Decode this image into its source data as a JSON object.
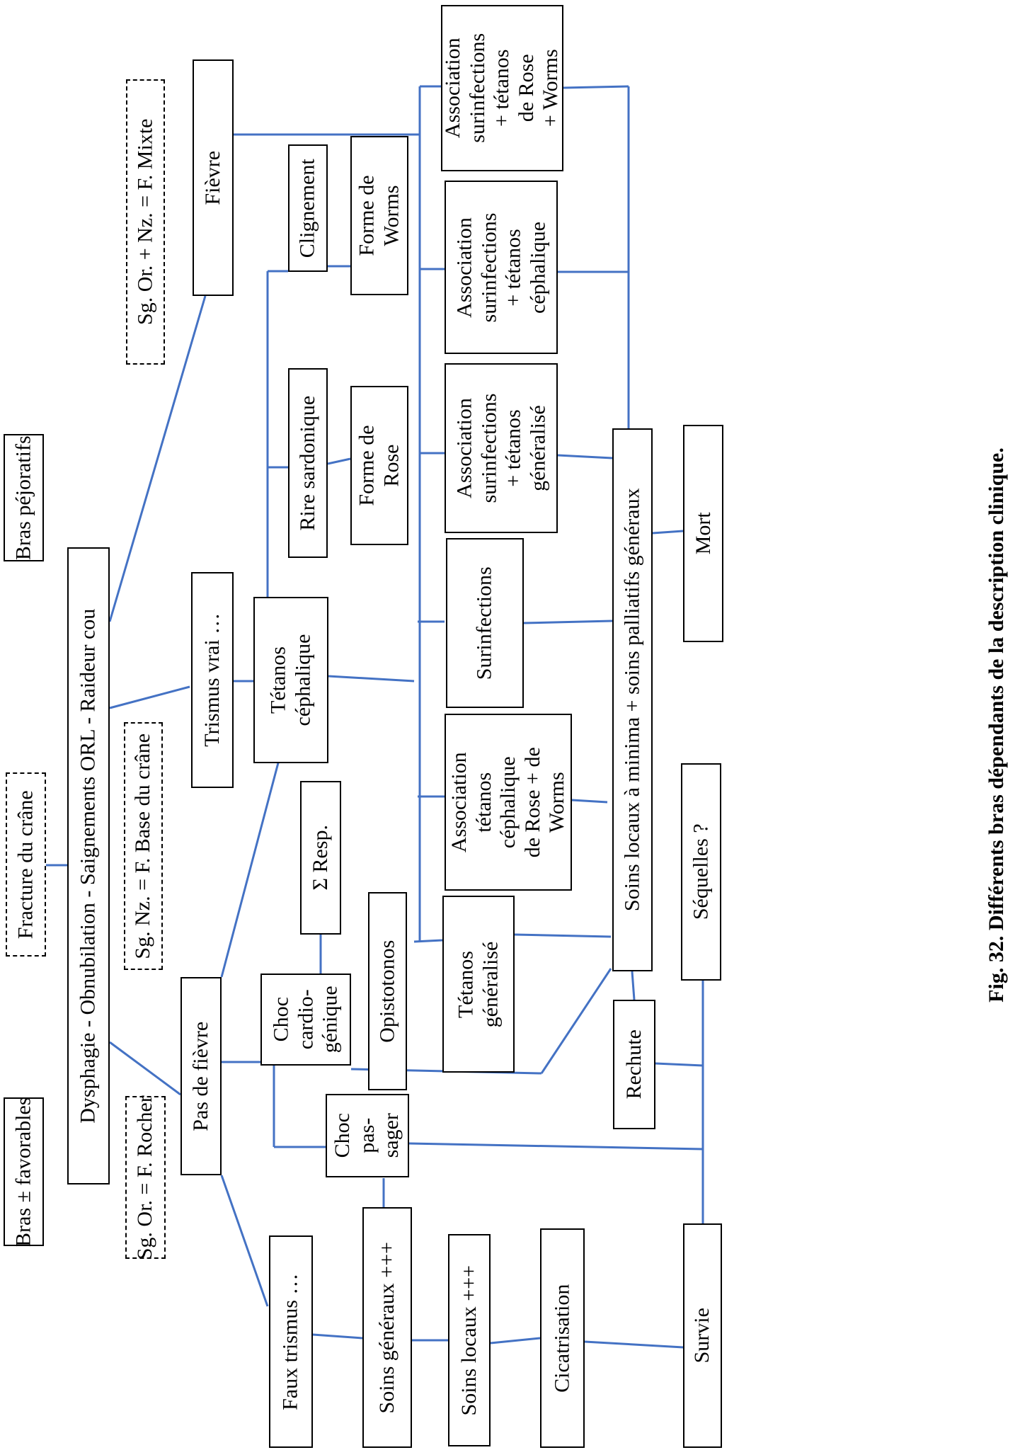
{
  "caption": "Fig. 32. Différents bras dépendants de la description clinique.",
  "nodes": {
    "bras_favorables": "Bras ± favorables",
    "bras_pejoratifs": "Bras péjoratifs",
    "fracture_crane": "Fracture du crâne",
    "dysphagie": "Dysphagie - Obnubilation - Saignements ORL - Raideur cou",
    "sg_or_rocher": "Sg. Or. = F. Rocher",
    "sg_nz_base": "Sg. Nz. = F. Base du crâne",
    "sg_mixte": "Sg. Or. + Nz. = F. Mixte",
    "pas_de_fievre": "Pas de fièvre",
    "trismus_vrai": "Trismus vrai …",
    "fievre": "Fièvre",
    "faux_trismus": "Faux trismus …",
    "choc_passager": "Choc\npas-\nsager",
    "choc_cardio": "Choc\ncardio-\ngénique",
    "tetanos_cephalique": "Tétanos\ncéphalique",
    "sigma_resp": "Σ Resp.",
    "rire_sardonique": "Rire sardonique",
    "clignement": "Clignement",
    "forme_rose": "Forme de\nRose",
    "forme_worms": "Forme de\nWorms",
    "soins_generaux": "Soins généraux +++",
    "soins_locaux": "Soins locaux +++",
    "opistotonos": "Opistotonos",
    "tetanos_generalise": "Tétanos\ngénéralisé",
    "assoc_rose_worms": "Association\ntétanos\ncéphalique\nde Rose + de\nWorms",
    "surinfections": "Surinfections",
    "assoc_surinf_generalise": "Association\nsurinfections\n+ tétanos\ngénéralisé",
    "assoc_surinf_cephalique": "Association\nsurinfections\n+ tétanos\ncéphalique",
    "assoc_surinf_rose_worms": "Association\nsurinfections\n+ tétanos\nde Rose\n+ Worms",
    "cicatrisation": "Cicatrisation",
    "soins_palliatifs": "Soins locaux à minima + soins palliatifs généraux",
    "rechute": "Rechute",
    "survie": "Survie",
    "sequelles": "Séquelles ?",
    "mort": "Mort"
  }
}
